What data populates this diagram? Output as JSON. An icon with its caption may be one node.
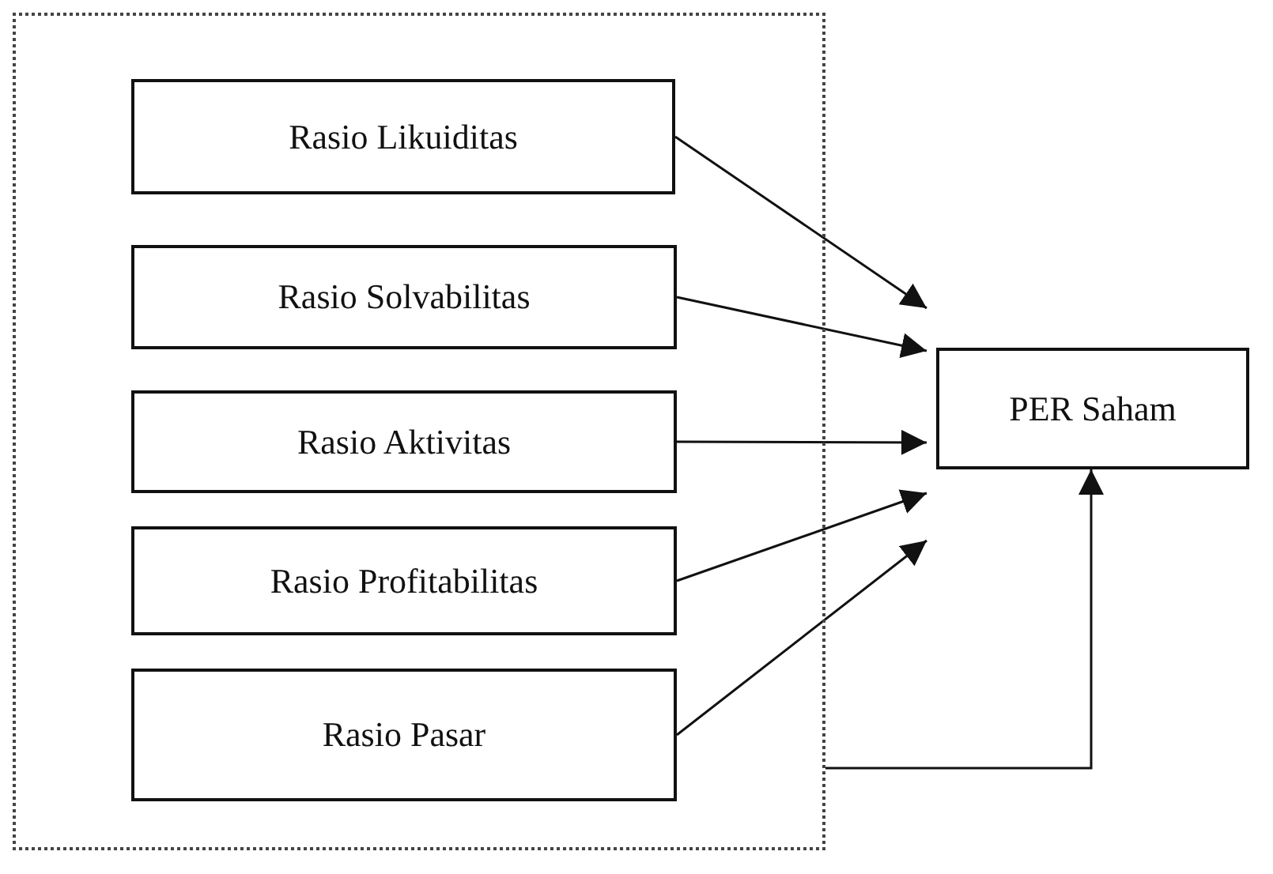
{
  "diagram": {
    "nodes": [
      {
        "text": [],
        "shape": "box"
      },
      {
        "text": [
          "Rasio Likuiditas"
        ],
        "in": 0
      },
      {
        "text": [
          "Rasio Solvabilitas"
        ],
        "in": 0
      },
      {
        "text": [
          "Rasio Aktivitas"
        ],
        "in": 0
      },
      {
        "text": [
          "Rasio Profitabilitas"
        ],
        "in": 0
      },
      {
        "text": [
          "Rasio Pasar"
        ],
        "in": 0
      },
      {
        "text": [
          "PER Saham"
        ]
      }
    ],
    "edges": [
      {
        "from": 1,
        "to": 6,
        "arrow": "to"
      },
      {
        "from": 2,
        "to": 6,
        "arrow": "to"
      },
      {
        "from": 3,
        "to": 6,
        "arrow": "to"
      },
      {
        "from": 4,
        "to": 6,
        "arrow": "to"
      },
      {
        "from": 5,
        "to": 6,
        "arrow": "to"
      },
      {
        "from": 0,
        "to": 6,
        "arrow": "to"
      }
    ]
  }
}
